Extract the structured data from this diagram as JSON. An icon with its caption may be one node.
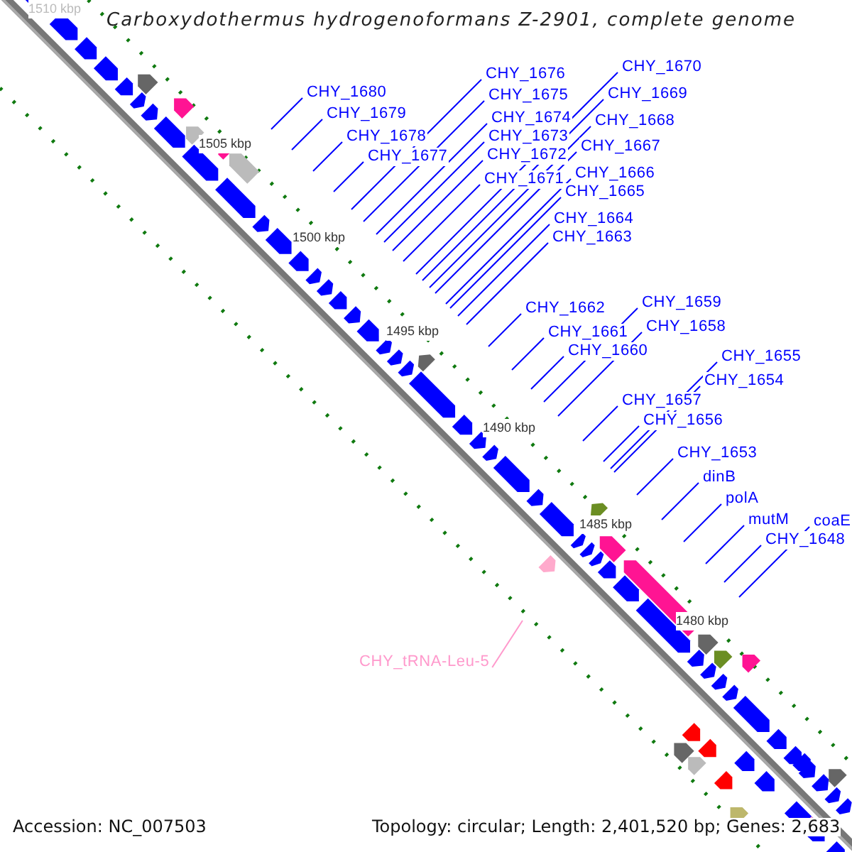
{
  "diagram": {
    "title": "Carboxydothermus hydrogenoformans Z-2901, complete genome",
    "nodes": [
      {
        "text": [
          "CHY_1680"
        ]
      },
      {
        "text": [
          "CHY_1679"
        ]
      },
      {
        "text": [
          "CHY_1678"
        ]
      },
      {
        "text": [
          "CHY_1677"
        ]
      },
      {
        "text": [
          "CHY_1676"
        ]
      },
      {
        "text": [
          "CHY_1675"
        ]
      },
      {
        "text": [
          "CHY_1674"
        ]
      },
      {
        "text": [
          "CHY_1673"
        ]
      },
      {
        "text": [
          "CHY_1672"
        ]
      },
      {
        "text": [
          "CHY_1671"
        ]
      },
      {
        "text": [
          "CHY_1670"
        ]
      },
      {
        "text": [
          "CHY_1669"
        ]
      },
      {
        "text": [
          "CHY_1668"
        ]
      },
      {
        "text": [
          "CHY_1667"
        ]
      },
      {
        "text": [
          "CHY_1666"
        ]
      },
      {
        "text": [
          "CHY_1665"
        ]
      },
      {
        "text": [
          "CHY_1664"
        ]
      },
      {
        "text": [
          "CHY_1663"
        ]
      },
      {
        "text": [
          "CHY_1662"
        ]
      },
      {
        "text": [
          "CHY_1661"
        ]
      },
      {
        "text": [
          "CHY_1660"
        ]
      },
      {
        "text": [
          "CHY_1659"
        ]
      },
      {
        "text": [
          "CHY_1658"
        ]
      },
      {
        "text": [
          "CHY_1657"
        ]
      },
      {
        "text": [
          "CHY_1656"
        ]
      },
      {
        "text": [
          "CHY_1655"
        ]
      },
      {
        "text": [
          "CHY_1654"
        ]
      },
      {
        "text": [
          "CHY_1653"
        ]
      },
      {
        "text": [
          "dinB"
        ]
      },
      {
        "text": [
          "polA"
        ]
      },
      {
        "text": [
          "mutM"
        ]
      },
      {
        "text": [
          "coaE"
        ]
      },
      {
        "text": [
          "CHY_1648"
        ]
      },
      {
        "text": [
          "CHY_tRNA-Leu-5"
        ]
      }
    ],
    "edges": [
      {
        "from": 0,
        "to": null,
        "arrow": "none"
      },
      {
        "from": 1,
        "to": null,
        "arrow": "none"
      },
      {
        "from": 2,
        "to": null,
        "arrow": "none"
      },
      {
        "from": 3,
        "to": null,
        "arrow": "none"
      },
      {
        "from": 4,
        "to": null,
        "arrow": "none"
      },
      {
        "from": 5,
        "to": null,
        "arrow": "none"
      },
      {
        "from": 6,
        "to": null,
        "arrow": "none"
      },
      {
        "from": 7,
        "to": null,
        "arrow": "none"
      },
      {
        "from": 8,
        "to": null,
        "arrow": "none"
      },
      {
        "from": 9,
        "to": null,
        "arrow": "none"
      },
      {
        "from": 10,
        "to": null,
        "arrow": "none"
      },
      {
        "from": 11,
        "to": null,
        "arrow": "none"
      },
      {
        "from": 12,
        "to": null,
        "arrow": "none"
      },
      {
        "from": 13,
        "to": null,
        "arrow": "none"
      },
      {
        "from": 14,
        "to": null,
        "arrow": "none"
      },
      {
        "from": 15,
        "to": null,
        "arrow": "none"
      },
      {
        "from": 16,
        "to": null,
        "arrow": "none"
      },
      {
        "from": 17,
        "to": null,
        "arrow": "none"
      },
      {
        "from": 18,
        "to": null,
        "arrow": "none"
      },
      {
        "from": 19,
        "to": null,
        "arrow": "none"
      },
      {
        "from": 20,
        "to": null,
        "arrow": "none"
      },
      {
        "from": 21,
        "to": null,
        "arrow": "none"
      },
      {
        "from": 22,
        "to": null,
        "arrow": "none"
      },
      {
        "from": 23,
        "to": null,
        "arrow": "none"
      },
      {
        "from": 24,
        "to": null,
        "arrow": "none"
      },
      {
        "from": 25,
        "to": null,
        "arrow": "none"
      },
      {
        "from": 26,
        "to": null,
        "arrow": "none"
      },
      {
        "from": 27,
        "to": null,
        "arrow": "none"
      },
      {
        "from": 28,
        "to": null,
        "arrow": "none"
      },
      {
        "from": 29,
        "to": null,
        "arrow": "none"
      },
      {
        "from": 30,
        "to": null,
        "arrow": "none"
      },
      {
        "from": 31,
        "to": null,
        "arrow": "none"
      },
      {
        "from": 32,
        "to": null,
        "arrow": "none"
      },
      {
        "from": 33,
        "to": null,
        "arrow": "none",
        "color": "#ff99cc"
      }
    ],
    "labels": [
      "1510 kbp",
      "1505 kbp",
      "1500 kbp",
      "1495 kbp",
      "1490 kbp",
      "1485 kbp",
      "1480 kbp",
      "Accession: NC_007503",
      "Topology: circular; Length: 2,401,520 bp; Genes: 2,683"
    ]
  }
}
